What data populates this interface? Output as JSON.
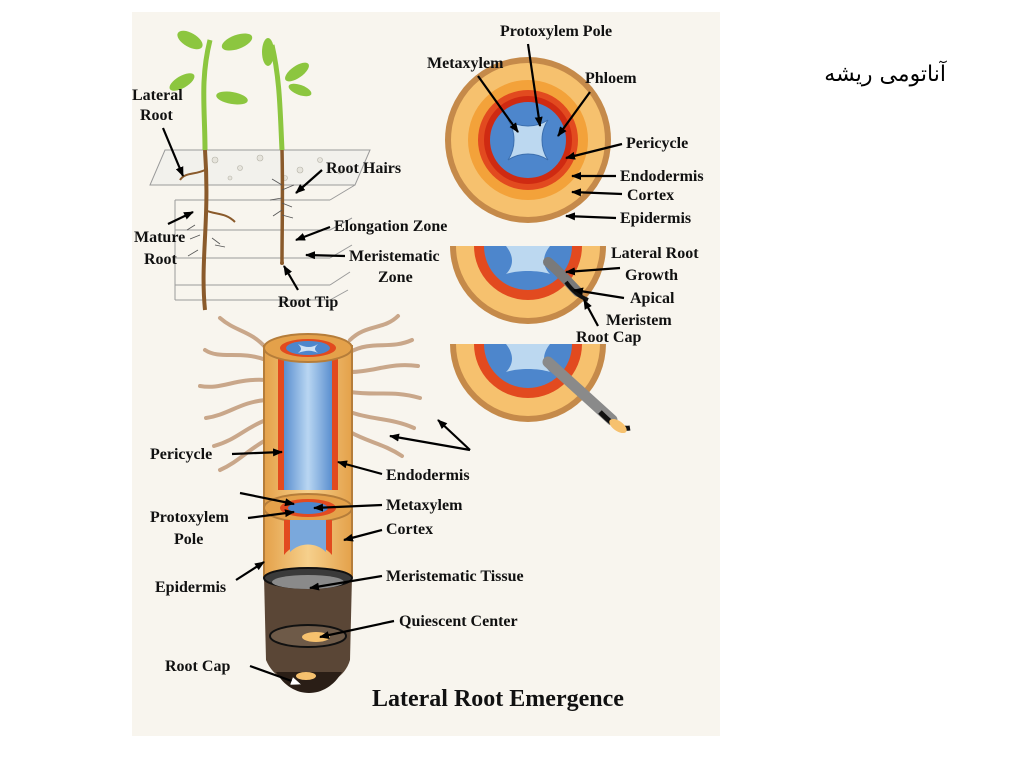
{
  "slide": {
    "title": "آناتومی ریشه"
  },
  "figure": {
    "caption": "Lateral Root Emergence",
    "plant_labels": {
      "lateral_root": [
        "Lateral",
        "Root"
      ],
      "root_hairs": "Root Hairs",
      "mature_root": [
        "Mature",
        "Root"
      ],
      "elongation_zone": "Elongation Zone",
      "meristematic_zone": [
        "Meristematic",
        "Zone"
      ],
      "root_tip": "Root Tip"
    },
    "cross_section_labels": {
      "protoxylem_pole": "Protoxylem Pole",
      "metaxylem": "Metaxylem",
      "phloem": "Phloem",
      "pericycle": "Pericycle",
      "endodermis": "Endodermis",
      "cortex": "Cortex",
      "epidermis": "Epidermis"
    },
    "emergence_labels": {
      "lateral_root_growth": [
        "Lateral Root",
        "Growth"
      ],
      "apical_meristem": [
        "Apical",
        "Meristem"
      ],
      "root_cap": "Root Cap"
    },
    "longitudinal_labels": {
      "pericycle": "Pericycle",
      "endodermis": "Endodermis",
      "metaxylem": "Metaxylem",
      "protoxylem_pole": [
        "Protoxylem",
        "Pole"
      ],
      "cortex": "Cortex",
      "epidermis": "Epidermis",
      "meristematic_tissue": "Meristematic Tissue",
      "quiescent_center": "Quiescent Center",
      "root_cap": "Root Cap"
    }
  }
}
